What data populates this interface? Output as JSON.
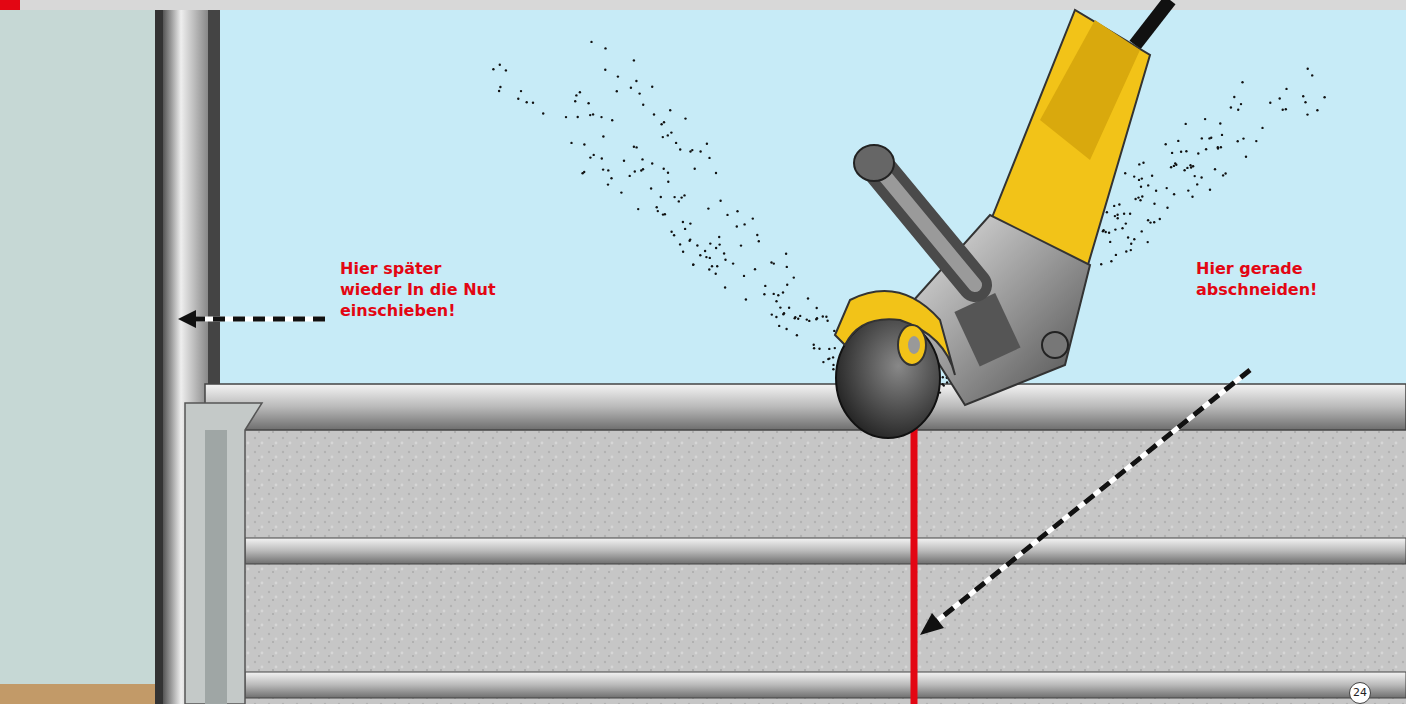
{
  "diagram": {
    "labels": [
      "Hier später wieder In die Nut einschieben!",
      "Hier gerade abschneiden!",
      "24"
    ]
  }
}
